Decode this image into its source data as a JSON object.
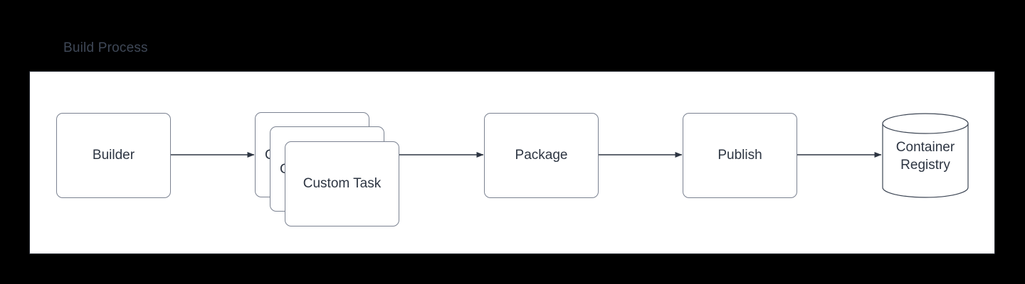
{
  "diagram": {
    "title": "Build Process",
    "title_color": "#3f4857",
    "canvas_background": "#000000",
    "container_background": "#ffffff",
    "container_border_color": "#262a33",
    "node_border_color": "#7b8291",
    "node_text_color": "#2d3542",
    "edge_color": "#2d3542",
    "type": "flowchart",
    "direction": "left-to-right",
    "nodes": [
      {
        "id": "builder",
        "label": "Builder",
        "shape": "rounded-rect"
      },
      {
        "id": "custom-task",
        "label": "Custom Task",
        "shape": "stacked-rounded-rect",
        "stack_count": 3
      },
      {
        "id": "package",
        "label": "Package",
        "shape": "rounded-rect"
      },
      {
        "id": "publish",
        "label": "Publish",
        "shape": "rounded-rect"
      },
      {
        "id": "container-registry",
        "label_line1": "Container",
        "label_line2": "Registry",
        "shape": "cylinder"
      }
    ],
    "edges": [
      {
        "from": "builder",
        "to": "custom-task",
        "arrow": "open-triangle"
      },
      {
        "from": "custom-task",
        "to": "package",
        "arrow": "open-triangle"
      },
      {
        "from": "package",
        "to": "publish",
        "arrow": "open-triangle"
      },
      {
        "from": "publish",
        "to": "container-registry",
        "arrow": "open-triangle"
      }
    ]
  }
}
